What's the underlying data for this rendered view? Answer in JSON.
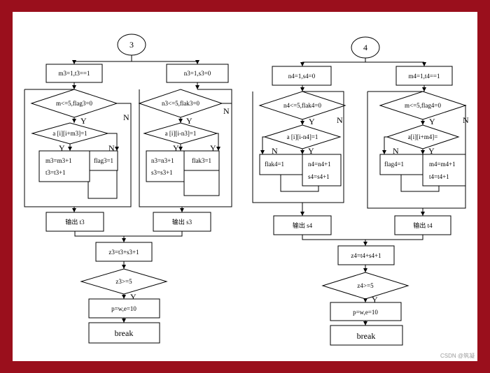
{
  "left": {
    "start": "3",
    "init_a": "m3=1,t3==1",
    "init_b": "n3=1,s3=0",
    "cond_a": "m<=5,flag3=0",
    "cond_b": "n3<=5,flak3=0",
    "test_a": "a [i][i+m3]=1",
    "test_b": "a [i][i-n3]=1",
    "act_a1": "m3=m3+1",
    "act_a2": "t3=t3+1",
    "flag_a": "flag3=1",
    "act_b1": "n3=n3+1",
    "act_b2": "s3=s3+1",
    "flag_b": "flak3=1",
    "out_a": "输出 t3",
    "out_b": "输出 s3",
    "sum": "z3=t3+s3+1",
    "cmp": "z3>=5",
    "assign": "p=w,e=10",
    "end": "break"
  },
  "right": {
    "start": "4",
    "init_a": "n4=1,s4=0",
    "init_b": "m4=1,t4==1",
    "cond_a": "n4<=5,flak4=0",
    "cond_b": "m<=5,flag4=0",
    "test_a": "a [i][i-n4]=1",
    "test_b": "a[i][i+m4]=",
    "flag_a": "flak4=1",
    "act_a1": "n4=n4+1",
    "act_a2": "s4=s4+1",
    "flag_b": "flag4=1",
    "act_b1": "m4=m4+1",
    "act_b2": "t4=t4+1",
    "out_a": "输出 s4",
    "out_b": "输出 t4",
    "sum": "z4=t4+s4+1",
    "cmp": "z4>=5",
    "assign": "p=w,e=10",
    "end": "break"
  },
  "labels": {
    "yes": "Y",
    "no": "N"
  },
  "watermark": "CSDN @筑凝"
}
